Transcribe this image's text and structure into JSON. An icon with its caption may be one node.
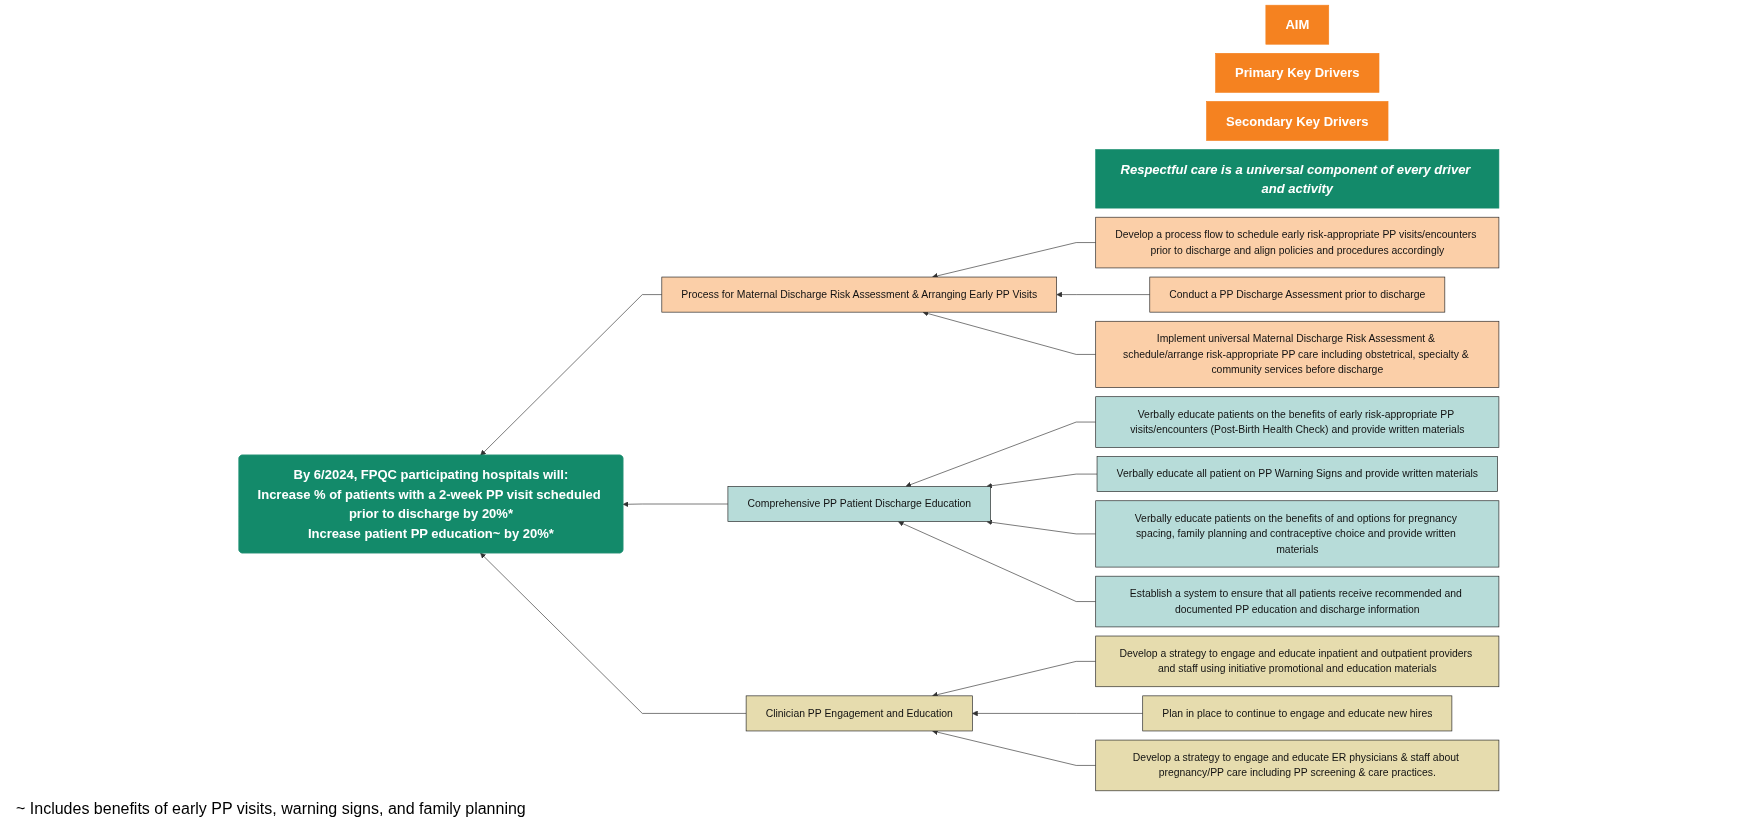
{
  "diagram": {
    "nodes": [
      {
        "text": [
          "AIM"
        ]
      },
      {
        "text": [
          "Primary Key Drivers"
        ]
      },
      {
        "text": [
          "Secondary Key Drivers"
        ]
      },
      {
        "text": [
          "By 6/2024, FPQC participating hospitals will:",
          "Increase % of patients with a 2-week PP visit scheduled prior to discharge by 20%*",
          "Increase patient PP education~ by 20%*"
        ]
      },
      {
        "text": [
          "Respectful care is a universal component of every driver and activity"
        ]
      },
      {
        "text": [
          "Process for Maternal Discharge Risk Assessment & Arranging Early PP Visits"
        ]
      },
      {
        "text": [
          "Develop a process flow to schedule early risk-appropriate PP visits/encounters prior to discharge and align policies and procedures accordingly"
        ]
      },
      {
        "text": [
          "Conduct a PP Discharge Assessment prior to discharge"
        ]
      },
      {
        "text": [
          "Implement universal Maternal Discharge Risk Assessment & schedule/arrange risk-appropriate PP care including obstetrical, specialty & community services before discharge"
        ]
      },
      {
        "text": [
          "Comprehensive PP Patient Discharge Education"
        ]
      },
      {
        "text": [
          "Verbally educate patients on the benefits of early risk-appropriate PP visits/encounters (Post-Birth Health Check) and provide written materials"
        ]
      },
      {
        "text": [
          "Verbally educate all patient on PP Warning Signs and provide written materials"
        ]
      },
      {
        "text": [
          "Verbally educate patients on the benefits of and options for pregnancy spacing, family planning and contraceptive choice and provide written materials"
        ]
      },
      {
        "text": [
          "Establish a system to ensure that all patients receive recommended and documented PP education and discharge information"
        ]
      },
      {
        "text": [
          "Clinician PP Engagement and Education"
        ]
      },
      {
        "text": [
          "Develop a strategy to engage and educate inpatient and outpatient providers and staff using initiative promotional and education materials"
        ]
      },
      {
        "text": [
          "Plan in place to continue to engage and educate new hires"
        ]
      },
      {
        "text": [
          "Develop a strategy to engage and educate ER physicians & staff about pregnancy/PP care including PP screening & care practices."
        ]
      }
    ],
    "edges": [
      {
        "from": 5,
        "to": 3,
        "arrow": "to"
      },
      {
        "from": 9,
        "to": 3,
        "arrow": "to"
      },
      {
        "from": 14,
        "to": 3,
        "arrow": "to"
      },
      {
        "from": 6,
        "to": 5,
        "arrow": "to"
      },
      {
        "from": 7,
        "to": 5,
        "arrow": "to"
      },
      {
        "from": 8,
        "to": 5,
        "arrow": "to"
      },
      {
        "from": 10,
        "to": 9,
        "arrow": "to"
      },
      {
        "from": 11,
        "to": 9,
        "arrow": "to"
      },
      {
        "from": 12,
        "to": 9,
        "arrow": "to"
      },
      {
        "from": 13,
        "to": 9,
        "arrow": "to"
      },
      {
        "from": 15,
        "to": 14,
        "arrow": "to"
      },
      {
        "from": 16,
        "to": 14,
        "arrow": "to"
      },
      {
        "from": 17,
        "to": 14,
        "arrow": "to"
      }
    ],
    "labels": [
      "~ Includes benefits of early PP visits, warning signs, and family planning"
    ]
  }
}
